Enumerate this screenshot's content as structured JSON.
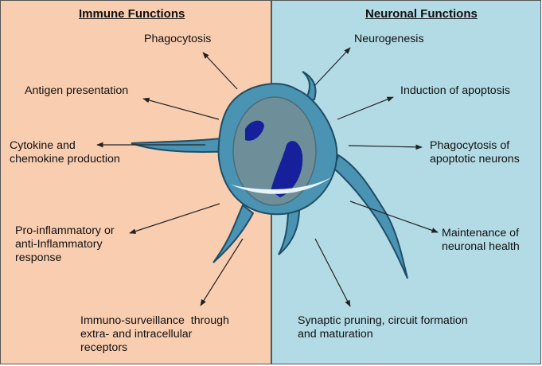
{
  "colors": {
    "immune_bg": "#f9cdb0",
    "neuronal_bg": "#b3dbe5",
    "cell_body": "#4a93b2",
    "cell_outline": "#1d4e66",
    "nucleus": "#6e8e9a",
    "nucleus_core": "#16209a",
    "arrow": "#222222"
  },
  "immune": {
    "heading": "Immune Functions",
    "items": [
      {
        "lines": [
          "Phagocytosis"
        ]
      },
      {
        "lines": [
          "Antigen presentation"
        ]
      },
      {
        "lines": [
          "Cytokine and",
          "chemokine production"
        ]
      },
      {
        "lines": [
          "Pro-inflammatory or",
          "anti-Inflammatory",
          "response"
        ]
      },
      {
        "lines": [
          "Immuno-surveillance  through",
          "extra- and intracellular",
          "receptors"
        ]
      }
    ]
  },
  "neuronal": {
    "heading": "Neuronal Functions",
    "items": [
      {
        "lines": [
          "Neurogenesis"
        ]
      },
      {
        "lines": [
          "Induction of apoptosis"
        ]
      },
      {
        "lines": [
          "Phagocytosis of",
          "apoptotic neurons"
        ]
      },
      {
        "lines": [
          "Maintenance of",
          "neuronal health"
        ]
      },
      {
        "lines": [
          "Synaptic pruning, circuit formation",
          "and maturation"
        ]
      }
    ]
  }
}
